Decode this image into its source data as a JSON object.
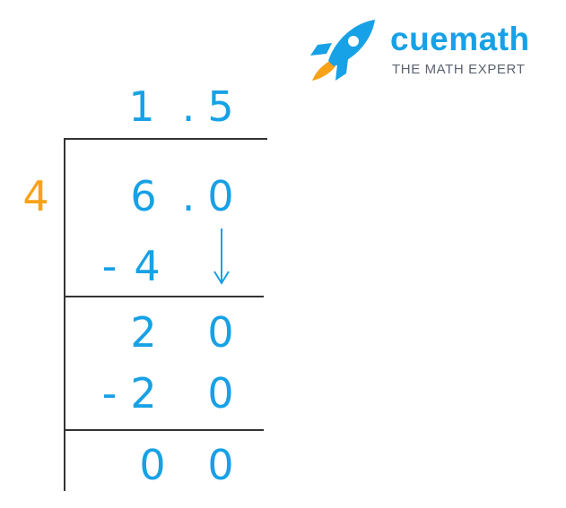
{
  "logo": {
    "brand": "cuemath",
    "tagline": "THE MATH EXPERT"
  },
  "division": {
    "divisor": "4",
    "quotient": [
      "1",
      ".",
      "5"
    ],
    "dividend": [
      "6",
      ".",
      "0"
    ],
    "step1_subtract": [
      "-",
      "4"
    ],
    "step1_remainder": [
      "2",
      "0"
    ],
    "step2_subtract": [
      "-",
      "2",
      "0"
    ],
    "step2_remainder": [
      "0",
      "0"
    ]
  },
  "colors": {
    "digits": "#17a1e6",
    "divisor": "#f8a21a",
    "lines": "#333333",
    "tagline": "#5c6470"
  },
  "icons": [
    "rocket-icon",
    "arrow-down-icon"
  ]
}
